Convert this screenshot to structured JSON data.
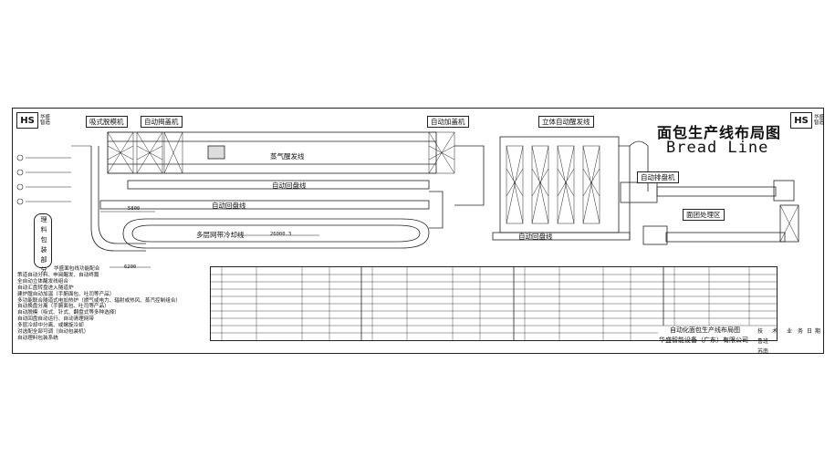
{
  "drawing": {
    "title_cn": "面包生产线布局图",
    "title_en": "Bread Line",
    "logo_text": "HS",
    "logo_caption": "华盛\n智造"
  },
  "labels": {
    "blow_mold": "吸式脱模机",
    "auto_lid": "自动揭盖机",
    "auto_cover": "自动加盖机",
    "spiral_proofer": "立体自动醒发线",
    "steam_proof": "蒸气醒发线",
    "auto_return": "自动回盘线",
    "auto_return2": "自动回盘线",
    "auto_return3": "自动回盘线",
    "multi_cool": "多层网带冷却线",
    "auto_pan": "自动排盘机",
    "dough_zone": "面团处理区",
    "side_label": "理料包装部分"
  },
  "dimensions": {
    "d1": "5800",
    "d2": "26000.3",
    "d3": "6200"
  },
  "notes": [
    "华盛面包线功能配合",
    "策道自动分料、申阅醒发、自动终篇",
    "全自动立体醒发线组合",
    "自动汇盘转盘进入隧道炉",
    "建炉膛自动加温（手腑面包、吐司等产品）",
    "多功能联合隧道式电加热炉（燃气或电力、辐射或热风、蒸汽控制组合）",
    "自动换盘分离（手腑面包、吐司等产品）",
    "自动脱模（吸式、针式、翻盘式等多种选择）",
    "自动回盘自动运行、自动清理网带",
    "多层冷却中分离、或螺旋冷却",
    "对选配全部可调（自动包装机）",
    "自动理料包装系统"
  ],
  "title_block": {
    "name": "自动化面包生产线布局图",
    "company": "华盛智能设备（广东）有限公司",
    "col1": "技",
    "col2": "术",
    "col3": "业",
    "col4": "务",
    "col5": "日",
    "col6": "期",
    "drawn": "鲁班",
    "check": "苏南"
  }
}
